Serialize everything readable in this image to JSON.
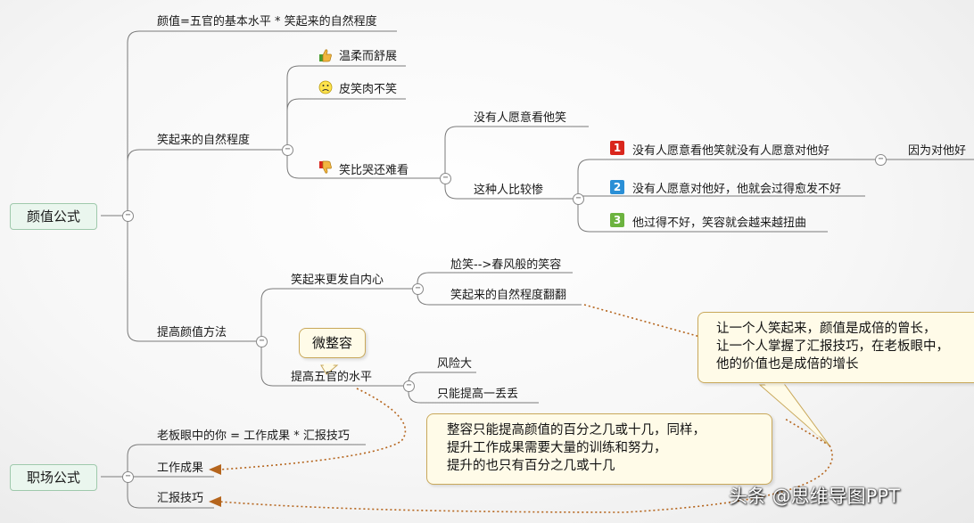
{
  "roots": {
    "face": "颜值公式",
    "work": "职场公式"
  },
  "face_branch": {
    "formula": "颜值=五官的基本水平 * 笑起来的自然程度",
    "natural_degree": "笑起来的自然程度",
    "gentle": "温柔而舒展",
    "fake_smile": "皮笑肉不笑",
    "worse_than_cry": "笑比哭还难看",
    "nobody_wants": "没有人愿意看他笑",
    "pitiful": "这种人比较惨",
    "point1": "没有人愿意看他笑就没有人愿意对他好",
    "point2": "没有人愿意对他好，他就会过得愈发不好",
    "point3": "他过得不好，笑容就会越来越扭曲",
    "because": "因为对他好",
    "improve": "提高颜值方法",
    "from_heart": "笑起来更发自内心",
    "awkward": "尬笑-->春风般的笑容",
    "double": "笑起来的自然程度翻翻",
    "improve_features": "提高五官的水平",
    "risky": "风险大",
    "tiny_gain": "只能提高一丢丢",
    "plastic": "微整容"
  },
  "work_branch": {
    "formula": "老板眼中的你 = 工作成果 * 汇报技巧",
    "results": "工作成果",
    "reporting": "汇报技巧"
  },
  "callouts": {
    "right": [
      "让一个人笑起来，颜值是成倍的曾长，",
      "让一个人掌握了汇报技巧，在老板眼中，",
      "他的价值也是成倍的增长"
    ],
    "middle": [
      "整容只能提高颜值的百分之几或十几，同样，",
      "提升工作成果需要大量的训练和努力，",
      "提升的也只有百分之几或十几"
    ]
  },
  "badges": [
    "1",
    "2",
    "3"
  ],
  "icons": [
    "thumbs-up-icon",
    "sad-face-icon",
    "thumbs-down-icon"
  ],
  "colors": {
    "line": "#7a7a7a",
    "relation": "#b5651d",
    "badge1": "#d9261c",
    "badge2": "#2a8fd6",
    "badge3": "#6cb33f"
  },
  "watermark": "头条 @思维导图PPT"
}
